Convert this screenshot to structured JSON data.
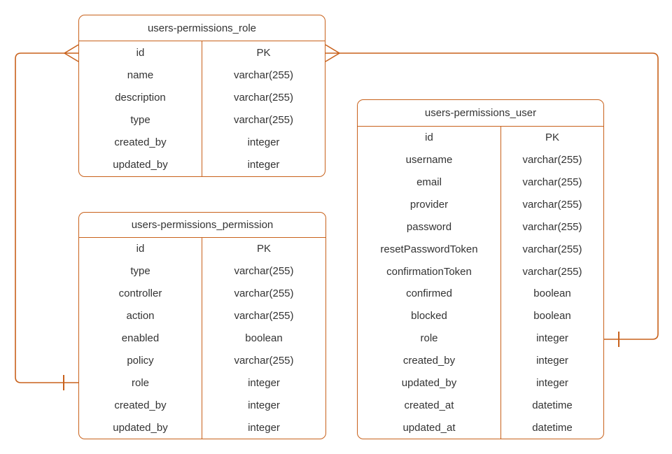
{
  "diagram": {
    "type": "entity-relationship",
    "colors": {
      "stroke": "#C8611B",
      "text": "#333333",
      "background": "#ffffff"
    },
    "tables": [
      {
        "id": "role",
        "title": "users-permissions_role",
        "fields": [
          {
            "name": "id",
            "type": "PK"
          },
          {
            "name": "name",
            "type": "varchar(255)"
          },
          {
            "name": "description",
            "type": "varchar(255)"
          },
          {
            "name": "type",
            "type": "varchar(255)"
          },
          {
            "name": "created_by",
            "type": "integer"
          },
          {
            "name": "updated_by",
            "type": "integer"
          }
        ]
      },
      {
        "id": "permission",
        "title": "users-permissions_permission",
        "fields": [
          {
            "name": "id",
            "type": "PK"
          },
          {
            "name": "type",
            "type": "varchar(255)"
          },
          {
            "name": "controller",
            "type": "varchar(255)"
          },
          {
            "name": "action",
            "type": "varchar(255)"
          },
          {
            "name": "enabled",
            "type": "boolean"
          },
          {
            "name": "policy",
            "type": "varchar(255)"
          },
          {
            "name": "role",
            "type": "integer"
          },
          {
            "name": "created_by",
            "type": "integer"
          },
          {
            "name": "updated_by",
            "type": "integer"
          }
        ]
      },
      {
        "id": "user",
        "title": "users-permissions_user",
        "fields": [
          {
            "name": "id",
            "type": "PK"
          },
          {
            "name": "username",
            "type": "varchar(255)"
          },
          {
            "name": "email",
            "type": "varchar(255)"
          },
          {
            "name": "provider",
            "type": "varchar(255)"
          },
          {
            "name": "password",
            "type": "varchar(255)"
          },
          {
            "name": "resetPasswordToken",
            "type": "varchar(255)"
          },
          {
            "name": "confirmationToken",
            "type": "varchar(255)"
          },
          {
            "name": "confirmed",
            "type": "boolean"
          },
          {
            "name": "blocked",
            "type": "boolean"
          },
          {
            "name": "role",
            "type": "integer"
          },
          {
            "name": "created_by",
            "type": "integer"
          },
          {
            "name": "updated_by",
            "type": "integer"
          },
          {
            "name": "created_at",
            "type": "datetime"
          },
          {
            "name": "updated_at",
            "type": "datetime"
          }
        ]
      }
    ],
    "relationships": [
      {
        "from_table": "users-permissions_role",
        "from_field": "id",
        "from_marker": "many (crow's foot)",
        "to_table": "users-permissions_permission",
        "to_field": "role",
        "to_marker": "one (tick)"
      },
      {
        "from_table": "users-permissions_role",
        "from_field": "id",
        "from_marker": "many (crow's foot)",
        "to_table": "users-permissions_user",
        "to_field": "role",
        "to_marker": "one (tick)"
      }
    ]
  }
}
